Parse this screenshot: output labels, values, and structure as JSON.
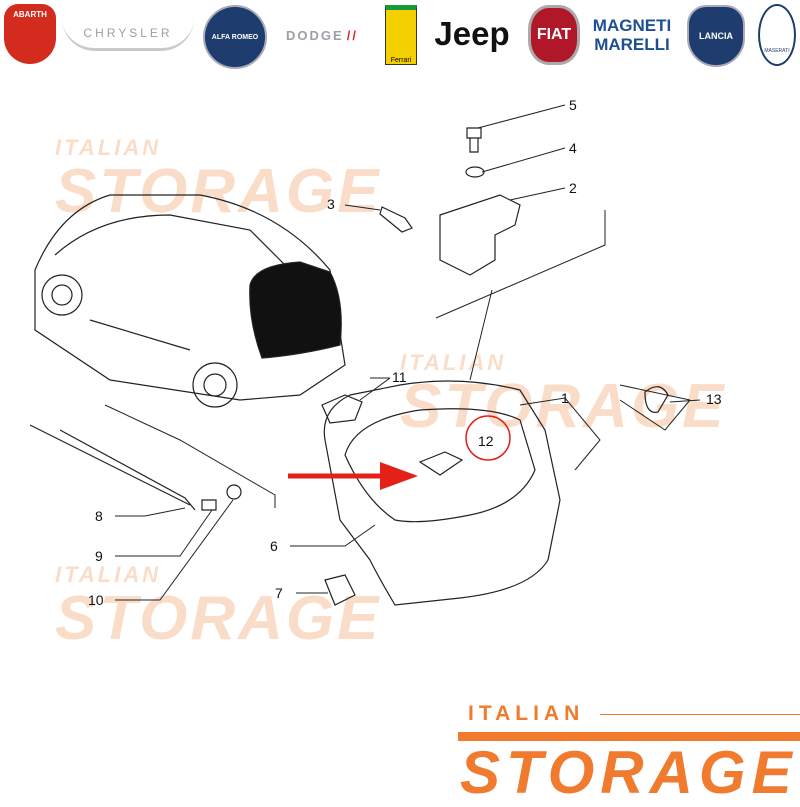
{
  "logos": [
    {
      "name": "ABARTH",
      "color": "#d32b1e"
    },
    {
      "name": "CHRYSLER",
      "color": "#9aa0a6"
    },
    {
      "name": "ALFA ROMEO",
      "color": "#1f3c6e"
    },
    {
      "name": "DODGE",
      "color": "#9aa0a6"
    },
    {
      "name": "Ferrari",
      "color": "#f5d000"
    },
    {
      "name": "Jeep",
      "color": "#111111"
    },
    {
      "name": "FIAT",
      "color": "#b0182a"
    },
    {
      "name": "MAGNETI MARELLI",
      "color": "#1d4f91"
    },
    {
      "name": "LANCIA",
      "color": "#1f3c6e"
    },
    {
      "name": "MASERATI",
      "color": "#1f3c6e"
    }
  ],
  "watermark": {
    "line1": "ITALIAN",
    "line2": "STORAGE"
  },
  "brand": {
    "line1": "ITALIAN",
    "line2": "STORAGE",
    "color": "#f07a2e"
  },
  "callouts": {
    "c1": "1",
    "c2": "2",
    "c3": "3",
    "c4": "4",
    "c5": "5",
    "c6": "6",
    "c7": "7",
    "c8": "8",
    "c9": "9",
    "c10": "10",
    "c11": "11",
    "c12": "12",
    "c13": "13"
  },
  "highlight": {
    "part": "12",
    "color": "#e32119"
  }
}
